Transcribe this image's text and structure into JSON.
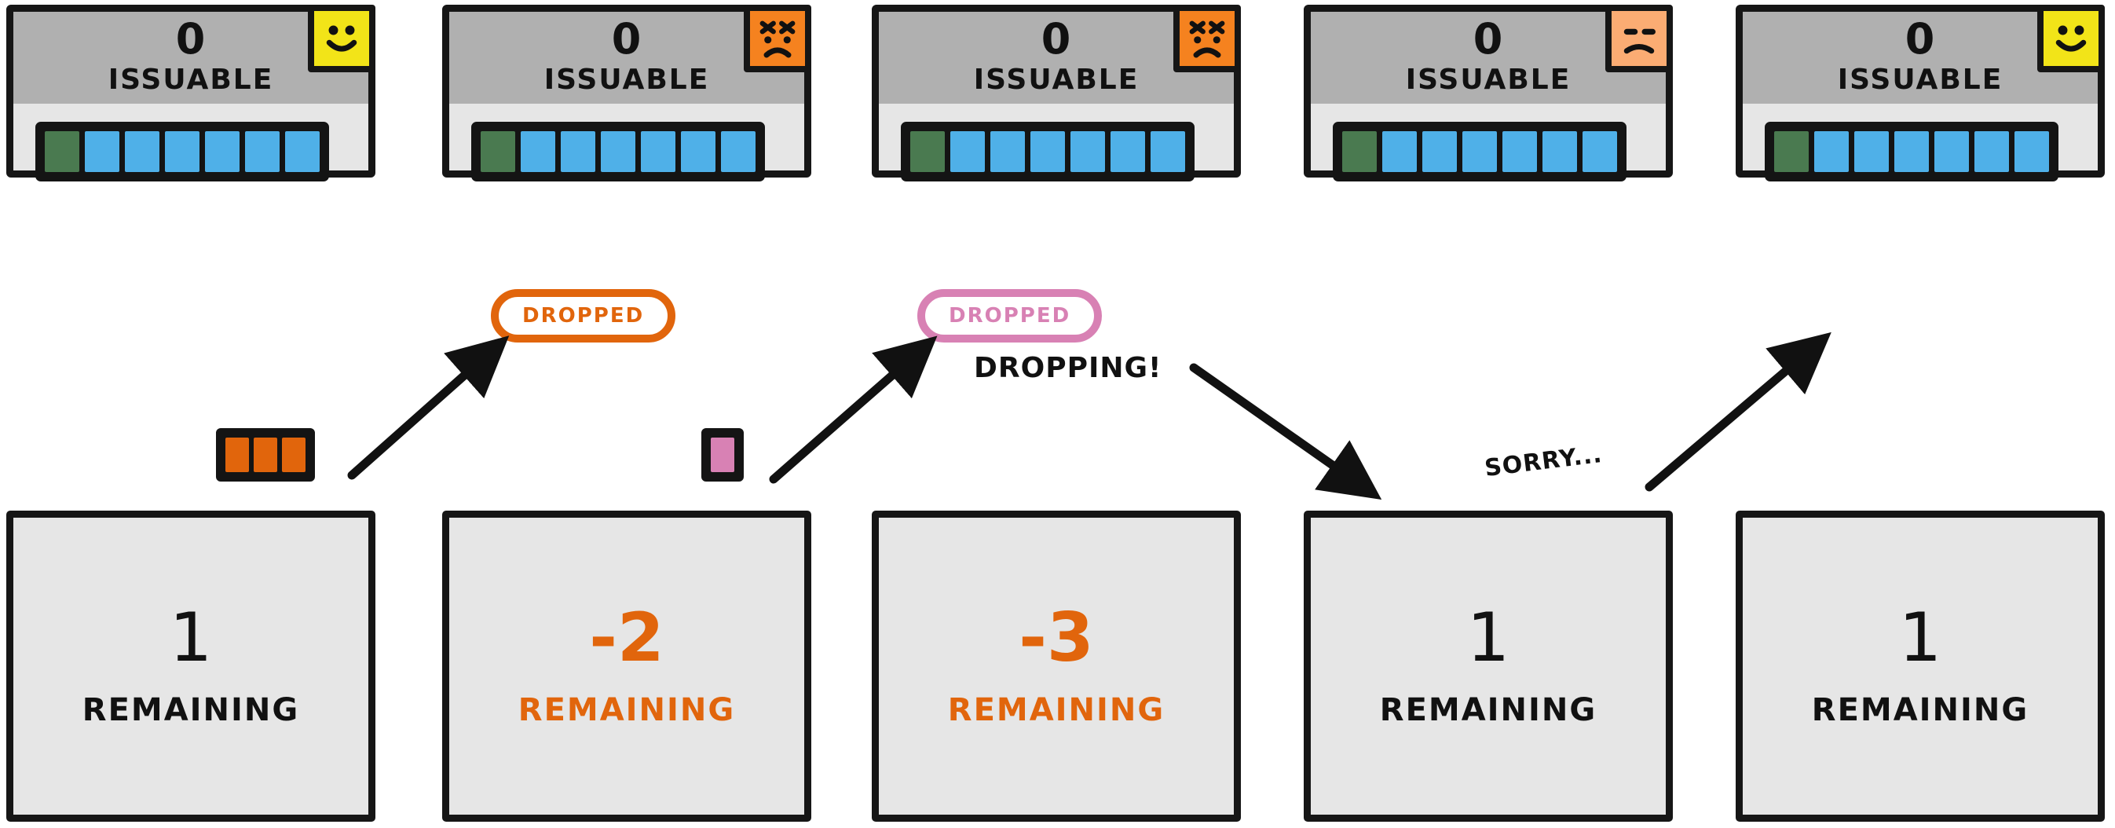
{
  "top_cards": [
    {
      "number": "0",
      "label": "ISSUABLE",
      "mood": "happy",
      "badge_color": "#f2e418",
      "cells": [
        "green",
        "blue",
        "blue",
        "blue",
        "blue",
        "blue",
        "blue"
      ]
    },
    {
      "number": "0",
      "label": "ISSUABLE",
      "mood": "angry",
      "badge_color": "#f5821f",
      "cells": [
        "green",
        "blue",
        "blue",
        "blue",
        "blue",
        "blue",
        "blue"
      ]
    },
    {
      "number": "0",
      "label": "ISSUABLE",
      "mood": "angry",
      "badge_color": "#f5821f",
      "cells": [
        "green",
        "blue",
        "blue",
        "blue",
        "blue",
        "blue",
        "blue"
      ]
    },
    {
      "number": "0",
      "label": "ISSUABLE",
      "mood": "neutral",
      "badge_color": "#fbac73",
      "cells": [
        "green",
        "blue",
        "blue",
        "blue",
        "blue",
        "blue",
        "blue"
      ]
    },
    {
      "number": "0",
      "label": "ISSUABLE",
      "mood": "happy",
      "badge_color": "#f2e418",
      "cells": [
        "green",
        "blue",
        "blue",
        "blue",
        "blue",
        "blue",
        "blue"
      ]
    }
  ],
  "bottom_cards": [
    {
      "number": "1",
      "label": "REMAINING",
      "accent": false
    },
    {
      "number": "-2",
      "label": "REMAINING",
      "accent": true
    },
    {
      "number": "-3",
      "label": "REMAINING",
      "accent": true
    },
    {
      "number": "1",
      "label": "REMAINING",
      "accent": false
    },
    {
      "number": "1",
      "label": "REMAINING",
      "accent": false
    }
  ],
  "dropped_badges": [
    {
      "text": "DROPPED",
      "color": "#e1650c"
    },
    {
      "text": "DROPPED",
      "color": "#d881b4"
    }
  ],
  "notes": [
    {
      "text": "DROPPING!"
    },
    {
      "text": "SORRY..."
    }
  ],
  "chips": [
    {
      "color": "orange",
      "count": 3
    },
    {
      "color": "pink",
      "count": 1
    }
  ],
  "colors": {
    "blue": "#4fb0e8",
    "green": "#4a7a50",
    "orange": "#e1650c",
    "pink": "#d881b4",
    "yellow": "#f2e418",
    "ink": "#161616",
    "card_body": "#e6e6e6",
    "card_head": "#b0b0b0"
  }
}
